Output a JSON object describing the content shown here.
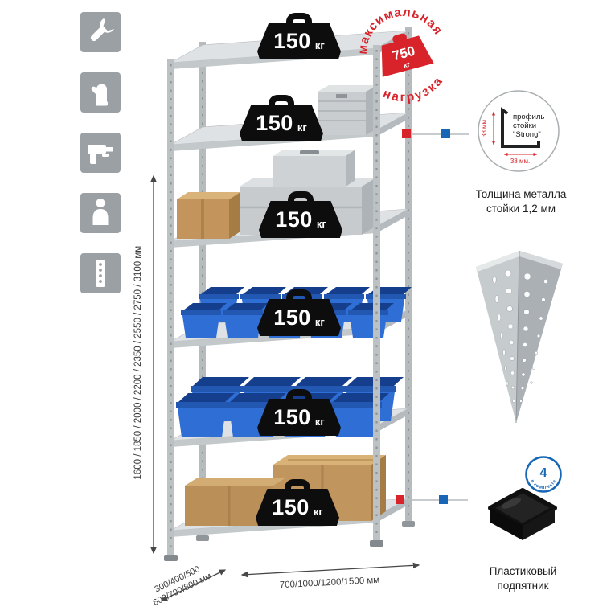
{
  "page": {
    "background": "#ffffff"
  },
  "left_icons": [
    {
      "name": "wrench"
    },
    {
      "name": "gloves"
    },
    {
      "name": "drill"
    },
    {
      "name": "person"
    },
    {
      "name": "perforated-post"
    }
  ],
  "rack": {
    "shelves": 6,
    "load_value": "150",
    "load_unit": "кг"
  },
  "stamp": {
    "arc_top": "максимальная",
    "arc_bottom": "нагрузка",
    "value": "750",
    "unit": "кг"
  },
  "dimensions": {
    "height_label": "1600 / 1850 / 2000 / 2200 / 2350 / 2550 / 2750 / 3100 мм",
    "width_label": "700/1000/1200/1500 мм",
    "depth_label_1": "300/400/500",
    "depth_label_2": "600/700/800 мм"
  },
  "profile": {
    "line1": "профиль",
    "line2": "стойки",
    "line3": "\"Strong\"",
    "dim_v": "38 мм",
    "dim_h": "38 мм.",
    "caption1": "Толщина металла",
    "caption2": "стойки 1,2 мм"
  },
  "foot": {
    "badge_value": "4",
    "badge_text": "в комплекте",
    "caption1": "Пластиковый",
    "caption2": "подпятник"
  },
  "colors": {
    "red": "#d8232a",
    "blue": "#1767b6",
    "icon_bg": "#9aa0a4"
  }
}
